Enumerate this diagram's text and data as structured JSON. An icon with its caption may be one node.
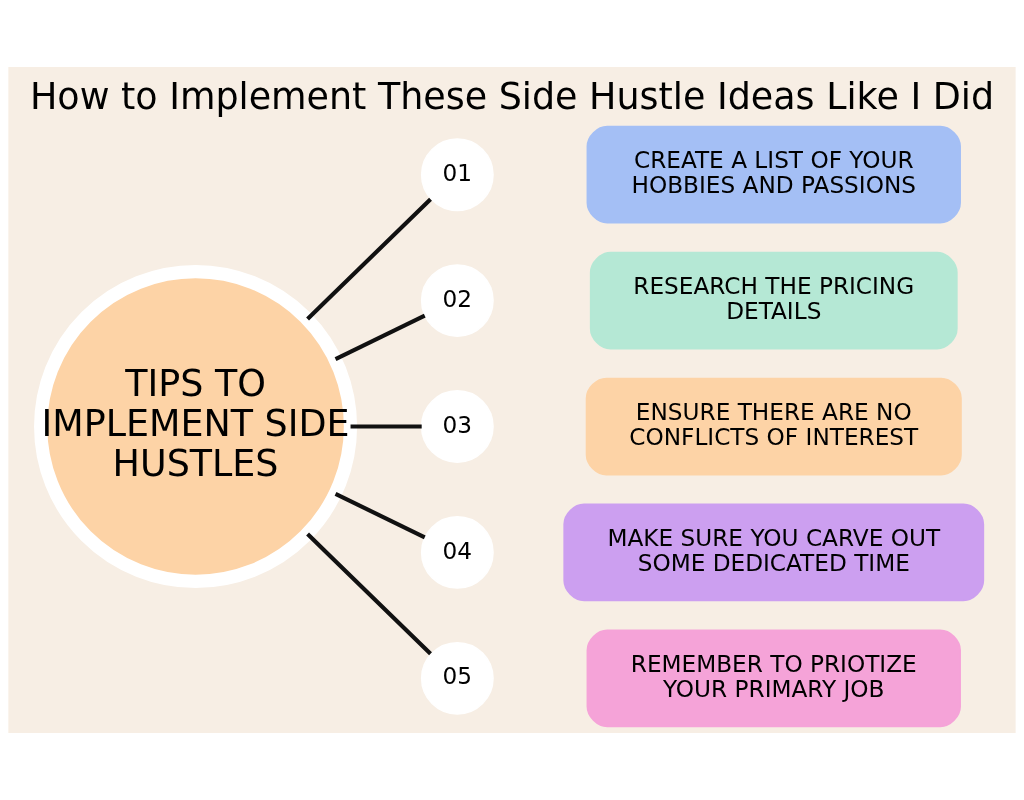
{
  "diagram": {
    "title": "How to Implement These Side Hustle Ideas Like I Did",
    "nodes": [
      {
        "text": [
          "TIPS TO IMPLEMENT SIDE HUSTLES"
        ]
      },
      {
        "text": [
          "01"
        ]
      },
      {
        "text": [
          "CREATE A LIST OF YOUR HOBBIES AND PASSIONS"
        ]
      },
      {
        "text": [
          "02"
        ]
      },
      {
        "text": [
          "RESEARCH THE PRICING DETAILS"
        ]
      },
      {
        "text": [
          "03"
        ]
      },
      {
        "text": [
          "ENSURE THERE ARE NO CONFLICTS OF INTEREST"
        ]
      },
      {
        "text": [
          "04"
        ]
      },
      {
        "text": [
          "MAKE SURE YOU CARVE OUT SOME DEDICATED TIME"
        ]
      },
      {
        "text": [
          "05"
        ]
      },
      {
        "text": [
          "REMEMBER TO PRIOTIZE YOUR PRIMARY JOB"
        ]
      }
    ],
    "edges": [
      {
        "from": 0,
        "to": 1,
        "arrow": "none"
      },
      {
        "from": 0,
        "to": 3,
        "arrow": "none"
      },
      {
        "from": 0,
        "to": 5,
        "arrow": "none"
      },
      {
        "from": 0,
        "to": 7,
        "arrow": "none"
      },
      {
        "from": 0,
        "to": 9,
        "arrow": "none"
      }
    ]
  }
}
